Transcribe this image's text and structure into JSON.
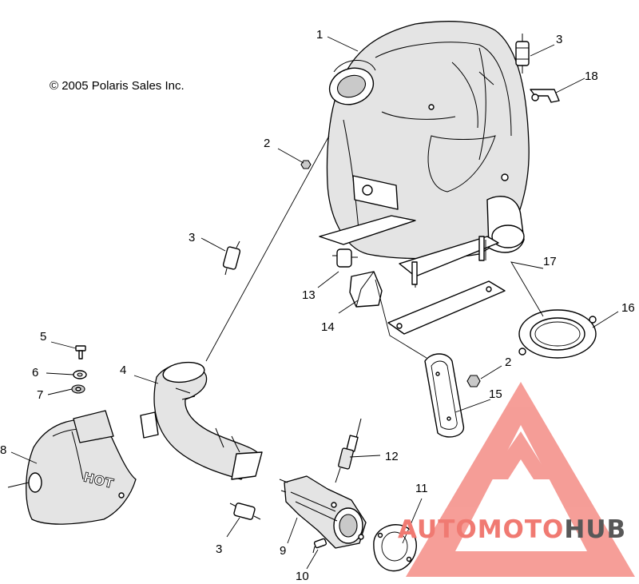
{
  "copyright": "© 2005 Polaris Sales Inc.",
  "callouts": {
    "c1": "1",
    "c2a": "2",
    "c2b": "2",
    "c3a": "3",
    "c3b": "3",
    "c3c": "3",
    "c4": "4",
    "c5": "5",
    "c6": "6",
    "c7": "7",
    "c8": "8",
    "c9": "9",
    "c10": "10",
    "c11": "11",
    "c12": "12",
    "c13": "13",
    "c14": "14",
    "c15": "15",
    "c16": "16",
    "c17": "17",
    "c18": "18"
  },
  "heat_shield_text": "HOT",
  "watermark": {
    "part1": "AUTOMOTO",
    "part2": "HUB"
  },
  "colors": {
    "line": "#000000",
    "watermark_red": "#f07a72",
    "watermark_gray": "#585858"
  }
}
